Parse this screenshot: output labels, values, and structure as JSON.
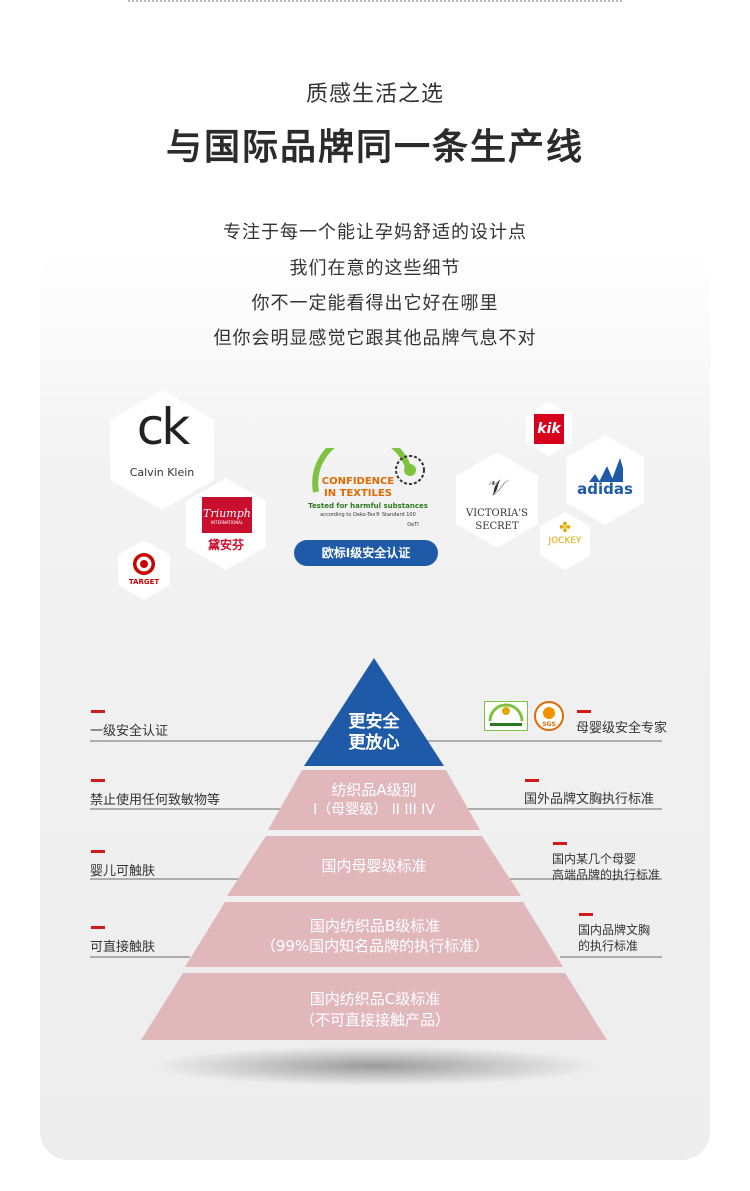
{
  "header": {
    "subtitle": "质感生活之选",
    "title": "与国际品牌同一条生产线"
  },
  "intro_lines": [
    "专注于每一个能让孕妈舒适的设计点",
    "我们在意的这些细节",
    "你不一定能看得出它好在哪里",
    "但你会明显感觉它跟其他品牌气息不对"
  ],
  "brands": {
    "ck": {
      "mark": "ck",
      "name": "Calvin Klein"
    },
    "triumph": {
      "name": "Triumph",
      "sub": "INTERNATIONAL",
      "cn": "黛安芬",
      "color": "#c8102e"
    },
    "target": {
      "name": "TARGET",
      "color": "#cc0000"
    },
    "kik": {
      "name": "kik",
      "color": "#d6001c"
    },
    "adidas": {
      "name": "adidas",
      "color": "#1e5aa8"
    },
    "victoria": {
      "line1": "VICTORIA'S",
      "line2": "SECRET"
    },
    "jockey": {
      "name": "JOCKEY",
      "color": "#e0a800"
    }
  },
  "cert": {
    "line1": "CONFIDENCE",
    "line2": "IN TEXTILES",
    "line3": "Tested for harmful substances",
    "line4": "according to Oeko-Tex® Standard 100",
    "line5": "OeTI",
    "badge": "欧标I级安全认证"
  },
  "pyramid": {
    "top": {
      "line1": "更安全",
      "line2": "更放心",
      "color": "#1e5aa8"
    },
    "tiers": [
      {
        "line1": "纺织品A级别",
        "line2": "I（母婴级） II III IV"
      },
      {
        "line1": "国内母婴级标准",
        "line2": ""
      },
      {
        "line1": "国内纺织品B级标准",
        "line2": "（99%国内知名品牌的执行标准）"
      },
      {
        "line1": "国内纺织品C级标准",
        "line2": "（不可直接接触产品）"
      }
    ],
    "tier_color": "#e0b8bb",
    "accent": "#d11a1a"
  },
  "left_labels": [
    "一级安全认证",
    "禁止使用任何致敏物等",
    "婴儿可触肤",
    "可直接触肤"
  ],
  "right_labels": [
    {
      "line1": "母婴级安全专家",
      "line2": ""
    },
    {
      "line1": "国外品牌文胸执行标准",
      "line2": ""
    },
    {
      "line1": "国内某几个母婴",
      "line2": "高端品牌的执行标准"
    },
    {
      "line1": "国内品牌文胸",
      "line2": "的执行标准"
    }
  ],
  "badges": {
    "sgs": "SGS"
  }
}
